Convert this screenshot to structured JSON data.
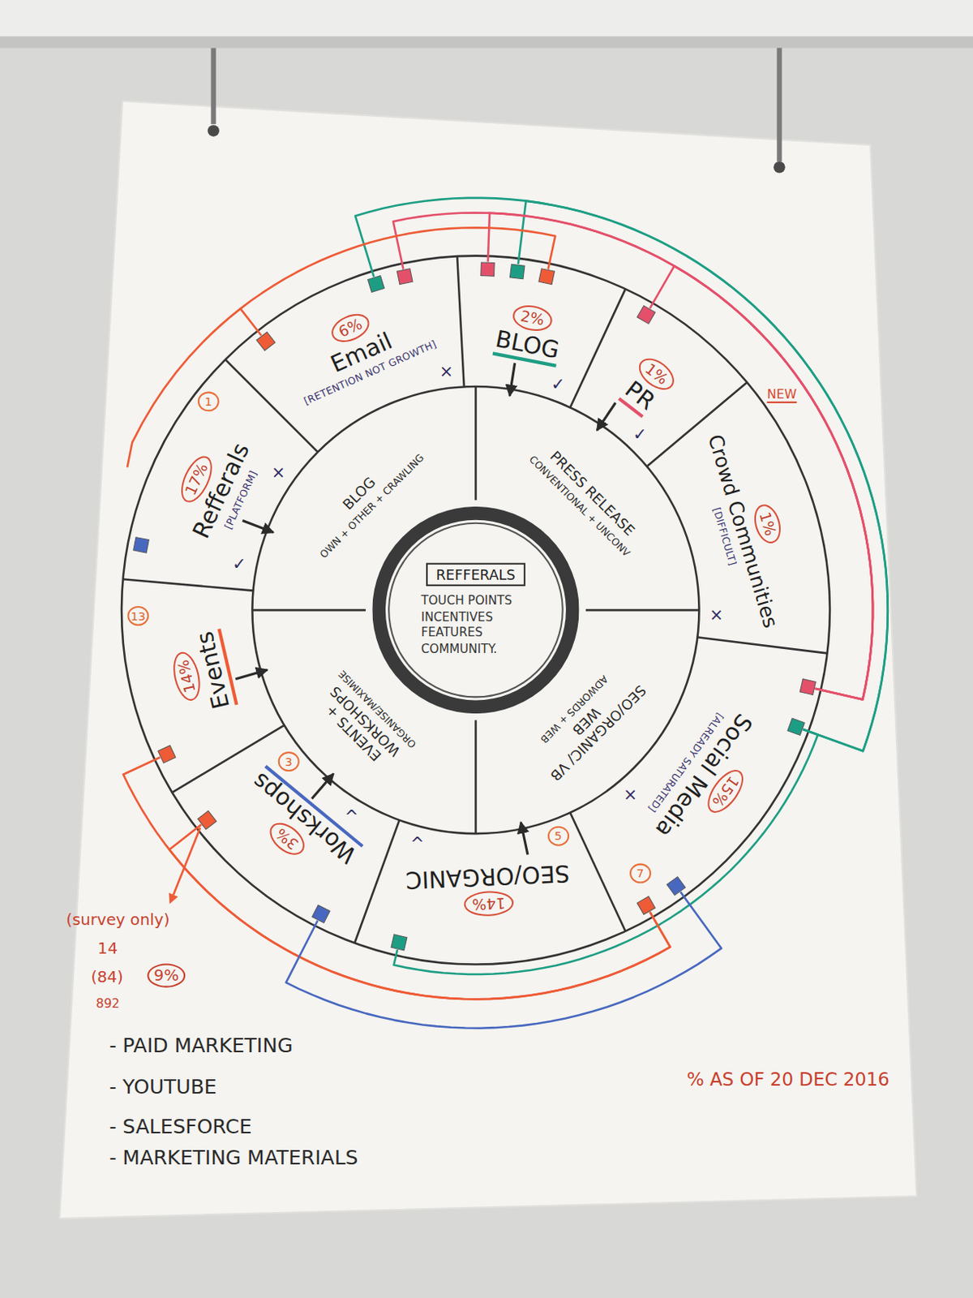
{
  "diagram": {
    "nodes": [
      {
        "text": [
          "Email",
          "[RETENTION NOT GROWTH]",
          "6%"
        ]
      },
      {
        "text": [
          "BLOG",
          "2%"
        ]
      },
      {
        "text": [
          "PR",
          "1%"
        ]
      },
      {
        "text": [
          "Crowd Communities",
          "[DIFFICULT]",
          "1%"
        ]
      },
      {
        "text": [
          "Social Media",
          "[ALREADY SATURATED]",
          "15%"
        ]
      },
      {
        "text": [
          "SEO/ORGANIC",
          "14%"
        ]
      },
      {
        "text": [
          "Workshops",
          "3%"
        ]
      },
      {
        "text": [
          "Events",
          "14%"
        ]
      },
      {
        "text": [
          "Refferals",
          "[PLATFORM]",
          "17%"
        ]
      },
      {
        "text": [
          "BLOG",
          "OWN + OTHER + CRAWLING"
        ]
      },
      {
        "text": [
          "PRESS RELEASE",
          "CONVENTIONAL + UNCONV"
        ]
      },
      {
        "text": [
          "SEO/ORGANIC/ VB WEB",
          "ADWORDS + WEB"
        ]
      },
      {
        "text": [
          "EVENTS + WORKSHOPS",
          "ORGANISE/MAXIMISE"
        ]
      },
      {
        "text": [
          "TOUCH POINTS INCENTIVES FEATURES COMMUNITY."
        ]
      },
      {
        "text": [
          "REFFERALS"
        ],
        "in": 13
      }
    ],
    "edges": [
      {
        "from": 1,
        "to": 10,
        "arrow": "to"
      },
      {
        "from": 2,
        "to": 10,
        "arrow": "to"
      },
      {
        "from": 8,
        "to": 9,
        "arrow": "to"
      },
      {
        "from": 7,
        "to": 12,
        "arrow": "to"
      },
      {
        "from": 6,
        "to": 12,
        "arrow": "to"
      },
      {
        "from": 5,
        "to": 11,
        "arrow": "to"
      },
      {
        "from": 0,
        "to": 4,
        "arrow": "none"
      },
      {
        "from": 1,
        "to": 4,
        "arrow": "none"
      },
      {
        "from": 5,
        "to": 4,
        "arrow": "none"
      },
      {
        "from": 0,
        "to": 4,
        "arrow": "none"
      },
      {
        "from": 1,
        "to": 4,
        "arrow": "none"
      },
      {
        "from": 2,
        "to": 4,
        "arrow": "none"
      },
      {
        "from": 0,
        "to": 1,
        "arrow": "none"
      },
      {
        "from": 7,
        "to": 4,
        "arrow": "none"
      },
      {
        "from": 6,
        "to": 4,
        "arrow": "none"
      },
      {
        "from": 6,
        "to": 4,
        "arrow": "none"
      }
    ],
    "labels": [
      "×",
      "✓",
      "✓",
      "NEW",
      "×",
      "×",
      "7",
      "5",
      "^",
      "^",
      "3",
      "13",
      "✓",
      "×",
      "1",
      "(survey only)",
      "14",
      "(84)",
      "9%",
      "892",
      "- PAID MARKETING",
      "- YOUTUBE",
      "- SALESFORCE",
      "- MARKETING MATERIALS",
      "% AS OF 20 DEC 2016"
    ]
  }
}
